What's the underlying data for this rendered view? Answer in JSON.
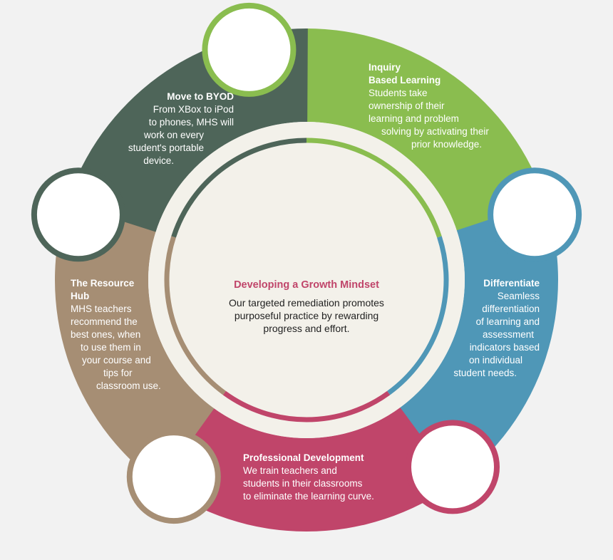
{
  "center": {
    "title": "Developing a Growth Mindset",
    "lines": [
      "Our targeted remediation promotes",
      "purposeful practice by rewarding",
      "progress and effort."
    ]
  },
  "segments": [
    {
      "key": "inquiry",
      "title_lines": [
        "Inquiry",
        "Based Learning"
      ],
      "lines": [
        "Students take",
        "ownership of their",
        "learning and problem",
        "solving by activating their",
        "prior knowledge."
      ],
      "color": "#8abd4f"
    },
    {
      "key": "differentiate",
      "title_lines": [
        "Differentiate"
      ],
      "lines": [
        "Seamless",
        "differentiation",
        "of learning and",
        "assessment",
        "indicators based",
        "on individual",
        "student needs."
      ],
      "color": "#4f97b7"
    },
    {
      "key": "professional",
      "title_lines": [
        "Professional Development"
      ],
      "lines": [
        "We train teachers and",
        "students in their classrooms",
        "to eliminate the learning curve."
      ],
      "color": "#c0456a"
    },
    {
      "key": "resource",
      "title_lines": [
        "The Resource",
        "Hub"
      ],
      "lines": [
        "MHS teachers",
        "recommend the",
        "best ones, when",
        "to use them in",
        "your course and",
        "tips for",
        "classroom use."
      ],
      "color": "#a68e74"
    },
    {
      "key": "byod",
      "title_lines": [
        "Move to BYOD"
      ],
      "lines": [
        "From XBox to iPod",
        "to phones, MHS will",
        "work on every",
        "student's portable",
        "device."
      ],
      "color": "#4e6559"
    }
  ],
  "colors": {
    "background": "#f2f2f2",
    "ring_inner": "#f3f1ea",
    "center_title": "#c0456a"
  }
}
